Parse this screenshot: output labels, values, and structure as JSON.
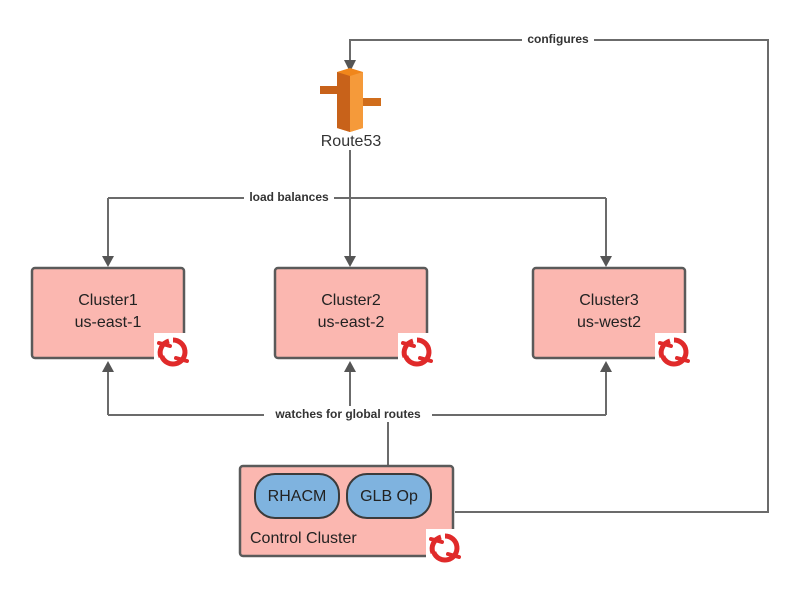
{
  "route53": {
    "label": "Route53"
  },
  "edges": {
    "configures": "configures",
    "load_balances": "load balances",
    "watches": "watches for global routes"
  },
  "clusters": [
    {
      "name": "Cluster1",
      "region": "us-east-1"
    },
    {
      "name": "Cluster2",
      "region": "us-east-2"
    },
    {
      "name": "Cluster3",
      "region": "us-west2"
    }
  ],
  "control_cluster": {
    "label": "Control Cluster",
    "components": [
      "RHACM",
      "GLB Op"
    ]
  },
  "colors": {
    "cluster_fill": "#fbb7b0",
    "component_fill": "#7fb3df",
    "openshift_red": "#e02a2a",
    "route53_orange": "#f0861b"
  },
  "icons": {
    "route53": "route53-icon",
    "cluster": "openshift-icon"
  }
}
